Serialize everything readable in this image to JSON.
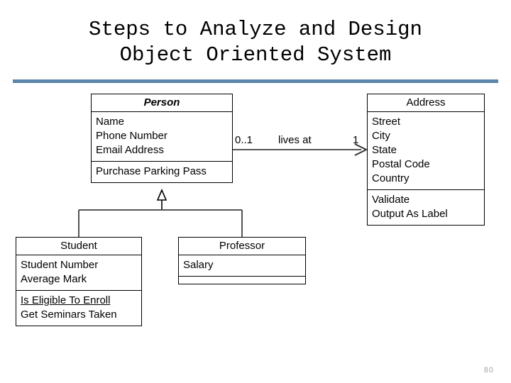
{
  "slide": {
    "title": "Steps to Analyze and Design\nObject Oriented System",
    "page_number": "80",
    "rule_color": "#5b85ab"
  },
  "diagram": {
    "type": "uml-class-diagram",
    "classes": [
      {
        "id": "person",
        "name": "Person",
        "abstract": true,
        "attributes": [
          "Name",
          "Phone Number",
          "Email Address"
        ],
        "operations": [
          "Purchase Parking Pass"
        ]
      },
      {
        "id": "address",
        "name": "Address",
        "abstract": false,
        "attributes": [
          "Street",
          "City",
          "State",
          "Postal Code",
          "Country"
        ],
        "operations": [
          "Validate",
          "Output As Label"
        ]
      },
      {
        "id": "student",
        "name": "Student",
        "abstract": false,
        "attributes": [
          "Student Number",
          "Average Mark"
        ],
        "operations": [
          "Is Eligible To Enroll",
          "Get Seminars Taken"
        ],
        "static_operations": [
          "Is Eligible To Enroll"
        ]
      },
      {
        "id": "professor",
        "name": "Professor",
        "abstract": false,
        "attributes": [
          "Salary"
        ],
        "operations": []
      }
    ],
    "association": {
      "label": "lives at",
      "source_multiplicity": "0..1",
      "target_multiplicity": "1",
      "source": "Person",
      "target": "Address",
      "navigable": true
    },
    "generalizations": [
      {
        "child": "Student",
        "parent": "Person"
      },
      {
        "child": "Professor",
        "parent": "Person"
      }
    ]
  }
}
